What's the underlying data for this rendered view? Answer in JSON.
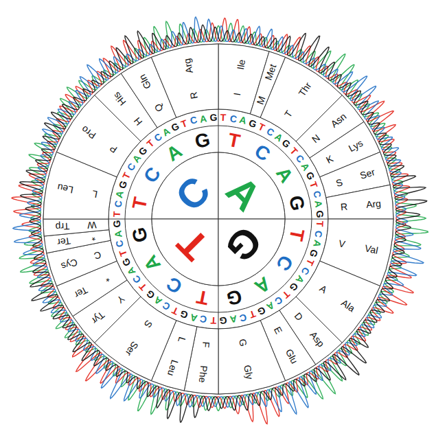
{
  "diagram": {
    "nodes": [
      {
        "text": [
          "C"
        ]
      },
      {
        "text": [
          "A"
        ]
      },
      {
        "text": [
          "T"
        ]
      },
      {
        "text": [
          "G"
        ]
      },
      {
        "text": [
          "I",
          "Ile"
        ]
      },
      {
        "text": [
          "M",
          "Met"
        ]
      },
      {
        "text": [
          "T",
          "Thr"
        ]
      },
      {
        "text": [
          "N",
          "Asn"
        ]
      },
      {
        "text": [
          "K",
          "Lys"
        ]
      },
      {
        "text": [
          "S",
          "Ser"
        ]
      },
      {
        "text": [
          "R",
          "Arg"
        ]
      },
      {
        "text": [
          "V",
          "Val"
        ]
      },
      {
        "text": [
          "A",
          "Ala"
        ]
      },
      {
        "text": [
          "D",
          "Asp"
        ]
      },
      {
        "text": [
          "E",
          "Glu"
        ]
      },
      {
        "text": [
          "G",
          "Gly"
        ]
      },
      {
        "text": [
          "F",
          "Phe"
        ]
      },
      {
        "text": [
          "L",
          "Leu"
        ]
      },
      {
        "text": [
          "S",
          "Ser"
        ]
      },
      {
        "text": [
          "Y",
          "Tyr"
        ]
      },
      {
        "text": [
          "*",
          "Ter"
        ]
      },
      {
        "text": [
          "C",
          "Cys"
        ]
      },
      {
        "text": [
          "*",
          "Ter"
        ]
      },
      {
        "text": [
          "W",
          "Trp"
        ]
      },
      {
        "text": [
          "L",
          "Leu"
        ]
      },
      {
        "text": [
          "P",
          "Pro"
        ]
      },
      {
        "text": [
          "H",
          "His"
        ]
      },
      {
        "text": [
          "Q",
          "Gln"
        ]
      },
      {
        "text": [
          "R",
          "Arg"
        ]
      }
    ],
    "labels": [
      "T",
      "C",
      "A",
      "G",
      "T",
      "C",
      "A",
      "G",
      "T",
      "C",
      "A",
      "G",
      "T",
      "C",
      "A",
      "G",
      "T",
      "C",
      "A",
      "G",
      "T",
      "C",
      "A",
      "G",
      "T",
      "C",
      "A",
      "G",
      "T",
      "C",
      "A",
      "G",
      "T",
      "C",
      "A",
      "G",
      "T",
      "C",
      "A",
      "G",
      "T",
      "C",
      "A",
      "G",
      "T",
      "C",
      "A",
      "G",
      "T",
      "C",
      "A",
      "G",
      "T",
      "C",
      "A",
      "G",
      "T",
      "C",
      "A",
      "G",
      "T",
      "C",
      "A",
      "G",
      "T",
      "C",
      "A",
      "G",
      "T",
      "C",
      "A",
      "G",
      "T",
      "C",
      "A",
      "G",
      "T",
      "C",
      "A",
      "G"
    ]
  }
}
